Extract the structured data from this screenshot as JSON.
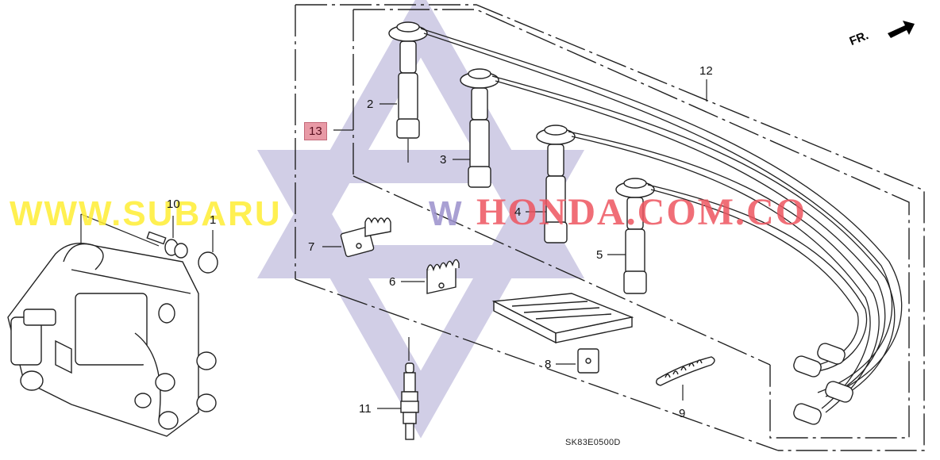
{
  "diagram": {
    "type": "exploded parts diagram",
    "subject": "Ignition high-tension wire set and distributor parts",
    "diagram_code": "SK83E0500D",
    "orientation_label": "FR.",
    "orientation_icon": "front-arrow-icon",
    "watermark": {
      "part1": "WWW.SUBARU",
      "part2": "W",
      "part3": "HONDA.COM.CO",
      "colors": {
        "part1": "#ffee33",
        "part2": "#9b90cc",
        "part3": "#ee5560",
        "star": "#c9c6e2"
      }
    },
    "callouts": [
      {
        "number": "1",
        "part": "cap"
      },
      {
        "number": "2",
        "part": "plug wire no. 1"
      },
      {
        "number": "3",
        "part": "plug wire no. 2"
      },
      {
        "number": "4",
        "part": "plug wire no. 3"
      },
      {
        "number": "5",
        "part": "plug wire no. 4"
      },
      {
        "number": "6",
        "part": "wire clamp"
      },
      {
        "number": "7",
        "part": "wire clamp"
      },
      {
        "number": "8",
        "part": "wire holder"
      },
      {
        "number": "9",
        "part": "wire clamp"
      },
      {
        "number": "10",
        "part": "bolt"
      },
      {
        "number": "11",
        "part": "spark plug"
      },
      {
        "number": "12",
        "part": "wire set assembly"
      },
      {
        "number": "13",
        "part": "wire set (highlighted)",
        "highlight_color": "#e89aa6"
      }
    ]
  }
}
